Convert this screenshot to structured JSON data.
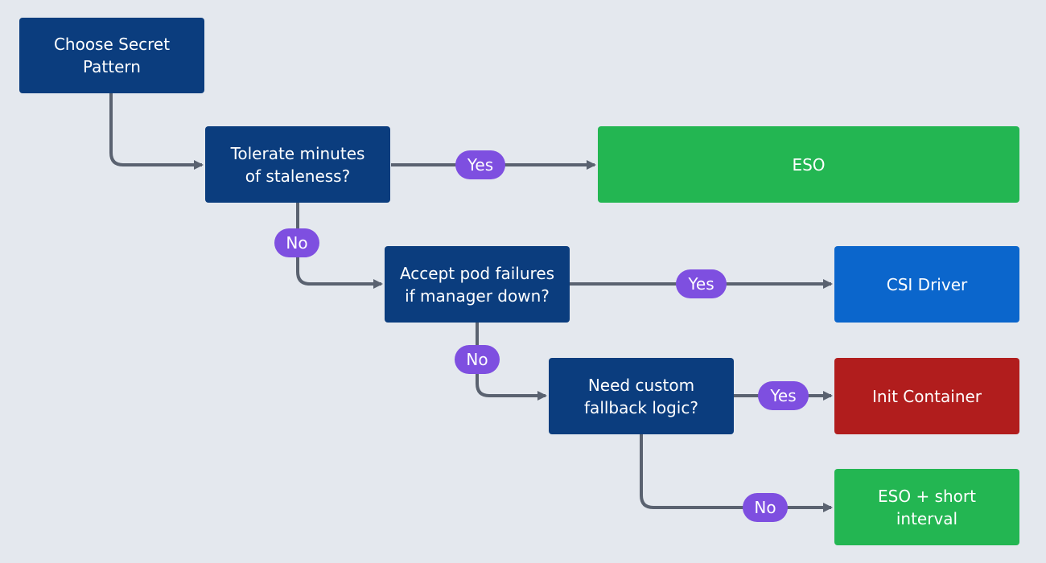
{
  "colors": {
    "background": "#e4e8ee",
    "decision": "#0b3d7e",
    "eso": "#23b652",
    "csi": "#0b66cc",
    "init": "#b11d1d",
    "eso_short": "#23b652",
    "label_pill": "#7e4fe0",
    "connector": "#5a6270"
  },
  "nodes": {
    "start": "Choose Secret\nPattern",
    "q1": "Tolerate minutes\nof staleness?",
    "q2": "Accept pod failures\nif manager down?",
    "q3": "Need custom\nfallback logic?",
    "eso": "ESO",
    "csi": "CSI Driver",
    "init": "Init Container",
    "eso_short": "ESO + short\ninterval"
  },
  "labels": {
    "q1_yes": "Yes",
    "q1_no": "No",
    "q2_yes": "Yes",
    "q2_no": "No",
    "q3_yes": "Yes",
    "q3_no": "No"
  }
}
